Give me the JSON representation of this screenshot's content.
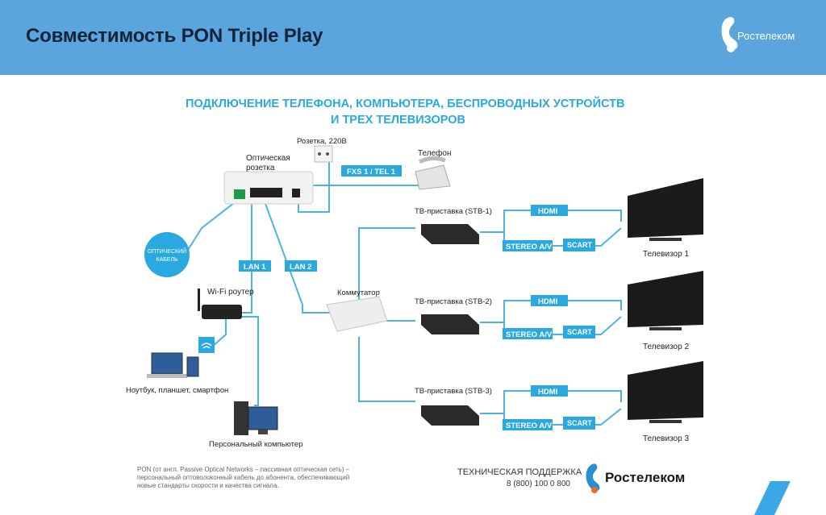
{
  "header": {
    "title": "Совместимость PON Triple Play",
    "logo_text": "Ростелеком"
  },
  "diagram": {
    "heading_line1": "ПОДКЛЮЧЕНИЕ ТЕЛЕФОНА, КОМПЬЮТЕРА, БЕСПРОВОДНЫХ УСТРОЙСТВ",
    "heading_line2": "И ТРЕХ ТЕЛЕВИЗОРОВ",
    "socket_label": "Розетка, 220В",
    "optical_socket_line1": "Оптическая",
    "optical_socket_line2": "розетка",
    "phone_label": "Телефон",
    "fxs_label": "FXS 1 / TEL 1",
    "optical_cable_line1": "ОПТИЧЕСКИЙ",
    "optical_cable_line2": "КАБЕЛЬ",
    "lan1": "LAN 1",
    "lan2": "LAN 2",
    "wifi_router": "Wi-Fi роутер",
    "switch_label": "Коммутатор",
    "laptop_label": "Ноутбук, планшет, смартфон",
    "pc_label": "Персональный компьютер",
    "stb": [
      {
        "label": "ТВ-приставка (STB-1)",
        "tv": "Телевизор 1"
      },
      {
        "label": "ТВ-приставка (STB-2)",
        "tv": "Телевизор 2"
      },
      {
        "label": "ТВ-приставка (STB-3)",
        "tv": "Телевизор 3"
      }
    ],
    "hdmi": "HDMI",
    "stereo": "STEREO A/V",
    "scart": "SCART",
    "pon_note_line1": "PON (от англ. Passive Optical Networks – пассивная оптическая сеть) –",
    "pon_note_line2": "персональный оптоволоконный кабель до абонента, обеспечивающий",
    "pon_note_line3": "новые стандарты скорости и качества сигнала.",
    "support_label": "ТЕХНИЧЕСКАЯ ПОДДЕРЖКА",
    "support_phone": "8 (800) 100 0 800",
    "footer_logo_text": "Ростелеком"
  },
  "colors": {
    "header_bg": "#5aa5de",
    "line": "#4fb3e0",
    "badge": "#29a9df",
    "heading": "#29a9df"
  }
}
